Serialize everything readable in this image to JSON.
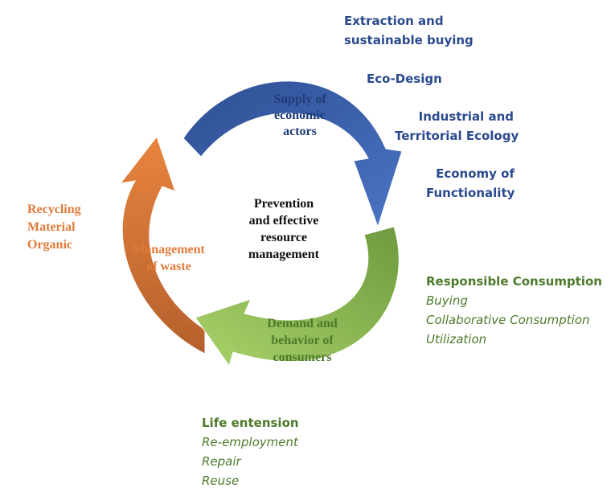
{
  "colors": {
    "blue_dark": "#2e4f93",
    "blue_light": "#4a74c4",
    "green_dark": "#6f9a3e",
    "green_light": "#a9d36a",
    "orange_light": "#e8843f",
    "orange_dark": "#b5602c",
    "text_blue": "#2b4a8e",
    "text_green": "#4c7a2a",
    "text_orange": "#e07b39"
  },
  "center": {
    "line1": "Prevention",
    "line2": "and effective",
    "line3": "resource",
    "line4": "management"
  },
  "supply": {
    "line1": "Supply of",
    "line2": "economic",
    "line3": "actors"
  },
  "waste": {
    "line1": "Management",
    "line2": "of waste"
  },
  "demand": {
    "line1": "Demand and",
    "line2": "behavior of",
    "line3": "consumers"
  },
  "supply_items": [
    [
      "Extraction and",
      "sustainable buying"
    ],
    [
      "Eco-Design"
    ],
    [
      "Industrial and",
      "Territorial Ecology"
    ],
    [
      "Economy of",
      "Functionality"
    ]
  ],
  "consumption": {
    "heading": "Responsible Consumption",
    "items": [
      "Buying",
      "Collaborative Consumption",
      "Utilization"
    ]
  },
  "life": {
    "heading": "Life entension",
    "items": [
      "Re-employment",
      "Repair",
      "Reuse"
    ]
  },
  "recycling": {
    "items": [
      "Recycling",
      "Material",
      "Organic"
    ]
  }
}
